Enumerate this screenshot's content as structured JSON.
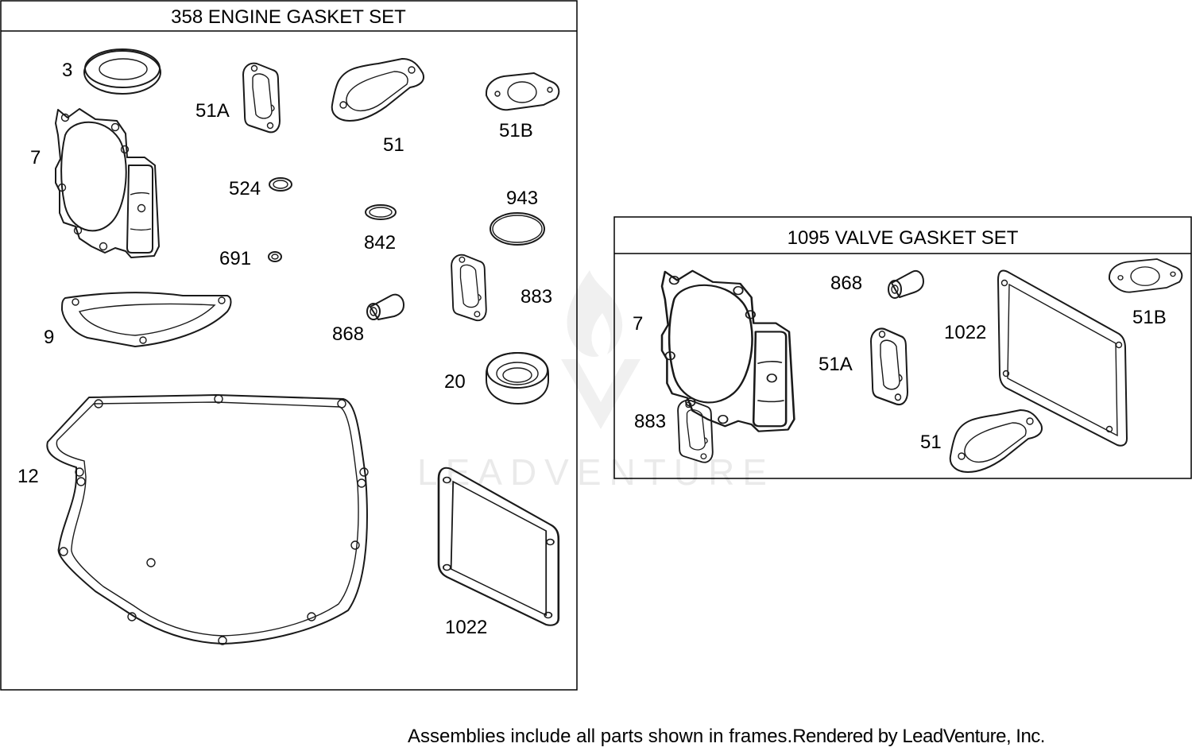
{
  "frames": [
    {
      "title": "358 ENGINE GASKET SET",
      "callouts": [
        "3",
        "51A",
        "51",
        "51B",
        "7",
        "524",
        "943",
        "842",
        "691",
        "883",
        "9",
        "868",
        "20",
        "12",
        "1022"
      ]
    },
    {
      "title": "1095 VALVE GASKET SET",
      "callouts": [
        "868",
        "7",
        "51B",
        "1022",
        "51A",
        "883",
        "51"
      ]
    }
  ],
  "watermark": {
    "text": "LEADVENTURE"
  },
  "footer": {
    "note": "Assemblies include all parts shown in frames.",
    "credit": "Rendered by LeadVenture, Inc."
  },
  "colors": {
    "line": "#1a1a1a",
    "background": "#ffffff"
  }
}
